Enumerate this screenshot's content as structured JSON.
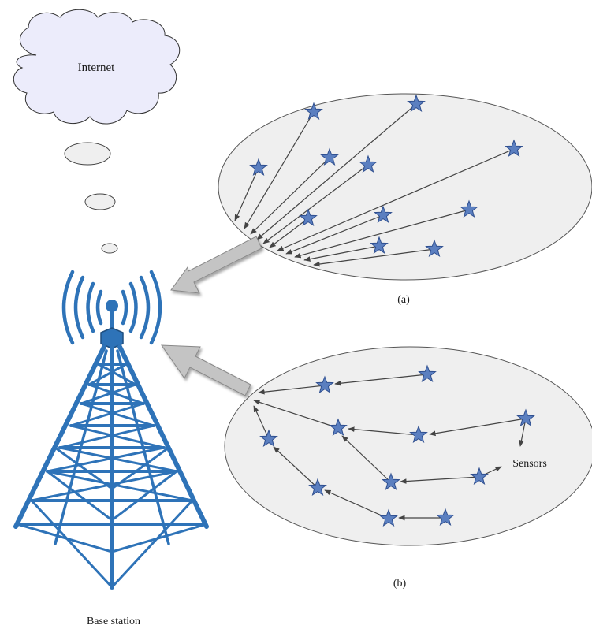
{
  "labels": {
    "internet": "Internet",
    "panel_a": "(a)",
    "panel_b": "(b)",
    "sensors": "Sensors",
    "base_station": "Base station"
  },
  "colors": {
    "tower": "#2e73b8",
    "star_fill": "#5b7fc0",
    "star_stroke": "#2f4f8f",
    "cloud_fill": "#ececfb",
    "ellipse_fill": "#efefef",
    "arrow_gray": "#c4c4c4",
    "link_line": "#444444"
  },
  "icons": {
    "cloud": "cloud-icon",
    "tower": "radio-tower-icon",
    "sensor": "star-icon"
  }
}
